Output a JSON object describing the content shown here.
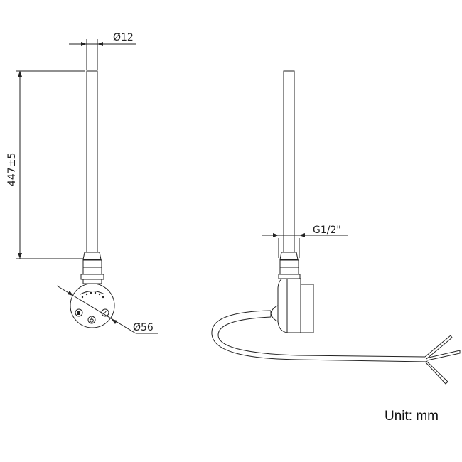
{
  "dimensions": {
    "rod_diameter": "Ø12",
    "rod_length": "447±5",
    "head_diameter": "Ø56",
    "thread": "G1/2\""
  },
  "unit_label": "Unit: mm",
  "colors": {
    "line": "#222222",
    "background": "#ffffff"
  }
}
